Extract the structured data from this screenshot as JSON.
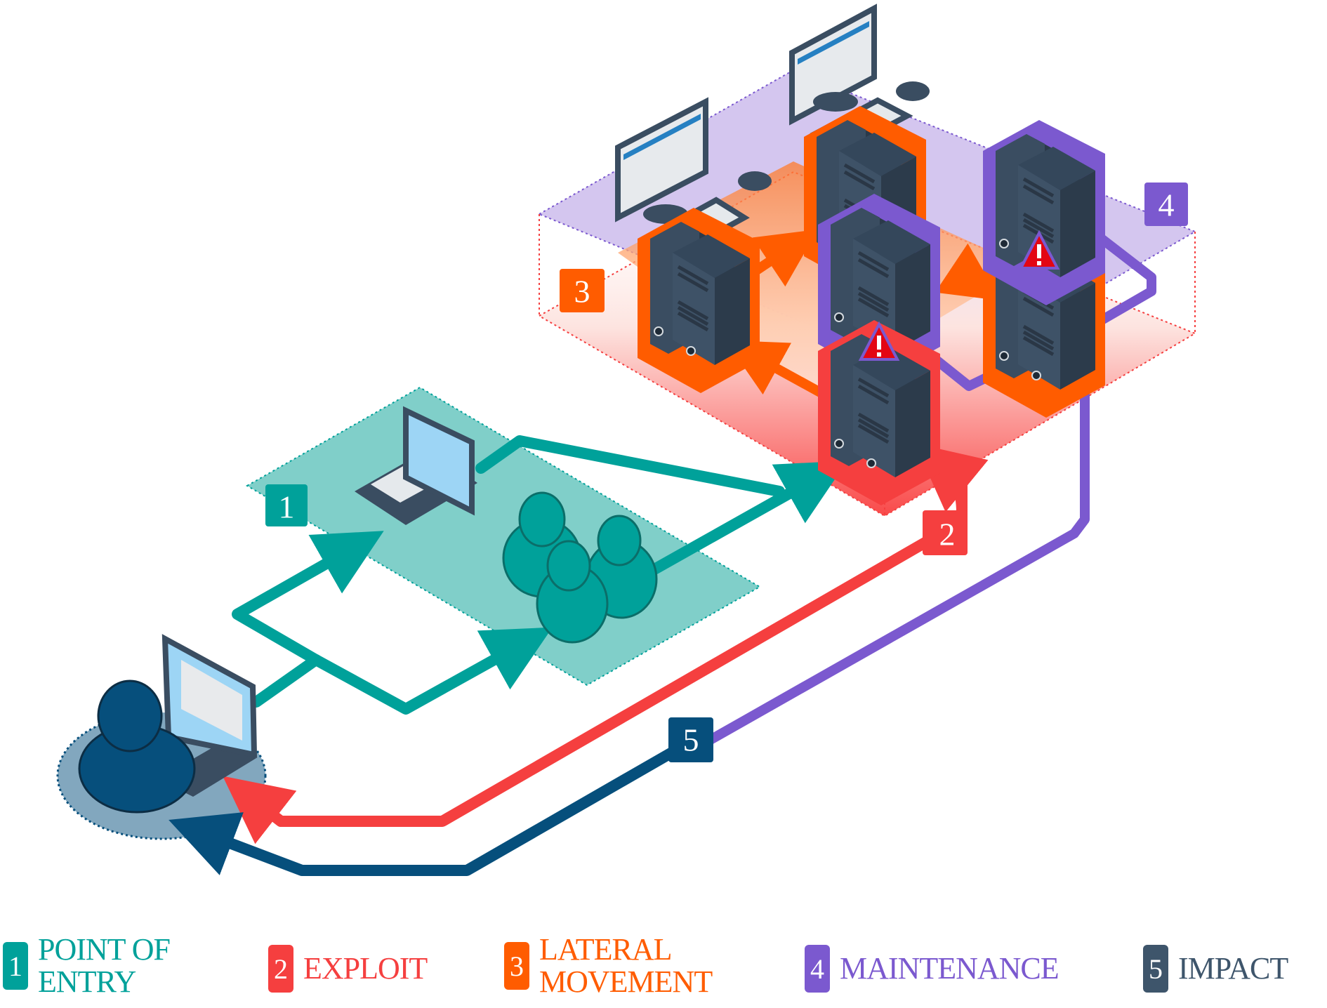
{
  "title": "Cyber attack lifecycle diagram",
  "colors": {
    "entry": "#00a19a",
    "entry_zone": "#80cfc9",
    "exploit": "#f53f3f",
    "lateral": "#ff5c00",
    "maintenance": "#7b59cf",
    "maintenance_zone": "#d4c6ef",
    "impact": "#064f7c",
    "server_dark": "#2f4052",
    "attacker_base": "#82a7be"
  },
  "stages": [
    {
      "number": "1",
      "label": "POINT OF ENTRY",
      "line1": "POINT OF",
      "line2": "ENTRY",
      "color": "#00a19a"
    },
    {
      "number": "2",
      "label": "EXPLOIT",
      "line1": "EXPLOIT",
      "line2": "",
      "color": "#f53f3f"
    },
    {
      "number": "3",
      "label": "LATERAL MOVEMENT",
      "line1": "LATERAL",
      "line2": "MOVEMENT",
      "color": "#ff5c00"
    },
    {
      "number": "4",
      "label": "MAINTENANCE",
      "line1": "MAINTENANCE",
      "line2": "",
      "color": "#7b59cf"
    },
    {
      "number": "5",
      "label": "IMPACT",
      "line1": "IMPACT",
      "line2": "",
      "color": "#3e556b"
    }
  ],
  "nodes": {
    "attacker": "attacker with laptop",
    "entry_laptop": "target laptop",
    "entry_people": "target users group",
    "servers": [
      "server A",
      "server B",
      "server C (maintenance)",
      "server D (exploited)",
      "server E (maintenance)",
      "server F"
    ],
    "workstations": [
      "workstation 1",
      "workstation 2"
    ],
    "alerts": [
      "alert 1",
      "alert 2"
    ]
  }
}
